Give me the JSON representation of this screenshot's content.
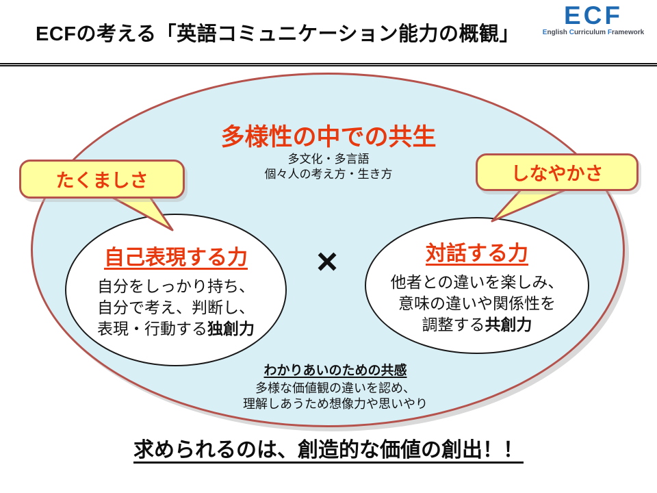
{
  "header": {
    "title": "ECFの考える「英語コミュニケーション能力の概観」",
    "logo": {
      "acronym": "ECF",
      "subtitle_words": [
        "English",
        "Curriculum",
        "Framework"
      ]
    }
  },
  "diagram": {
    "center_theme": {
      "title": "多様性の中での共生",
      "subtitle_lines": [
        "多文化・多言語",
        "個々人の考え方・生き方"
      ]
    },
    "callouts": {
      "left": "たくましさ",
      "right": "しなやかさ"
    },
    "left_ellipse": {
      "title": "自己表現する力",
      "lines": [
        "自分をしっかり持ち、",
        "自分で考え、判断し、"
      ],
      "last_line_prefix": "表現・行動する",
      "last_line_bold": "独創力"
    },
    "operator": "×",
    "right_ellipse": {
      "title": "対話する力",
      "lines": [
        "他者との違いを楽しみ、",
        "意味の違いや関係性を"
      ],
      "last_line_prefix": "調整する",
      "last_line_bold": "共創力"
    },
    "bottom_theme": {
      "title_prefix": "わかりあいのための",
      "title_bold": "共感",
      "lines": [
        "多様な価値観の違いを認め、",
        "理解しあうため想像力や思いやり"
      ]
    }
  },
  "footer": {
    "slogan": "求められるのは、創造的な価値の創出！！"
  },
  "colors": {
    "accent_red": "#e8380d",
    "border_red": "#b5524c",
    "big_ellipse_fill": "#d9eff6",
    "callout_fill": "#ffffa0",
    "logo_blue": "#1e6ab2"
  }
}
